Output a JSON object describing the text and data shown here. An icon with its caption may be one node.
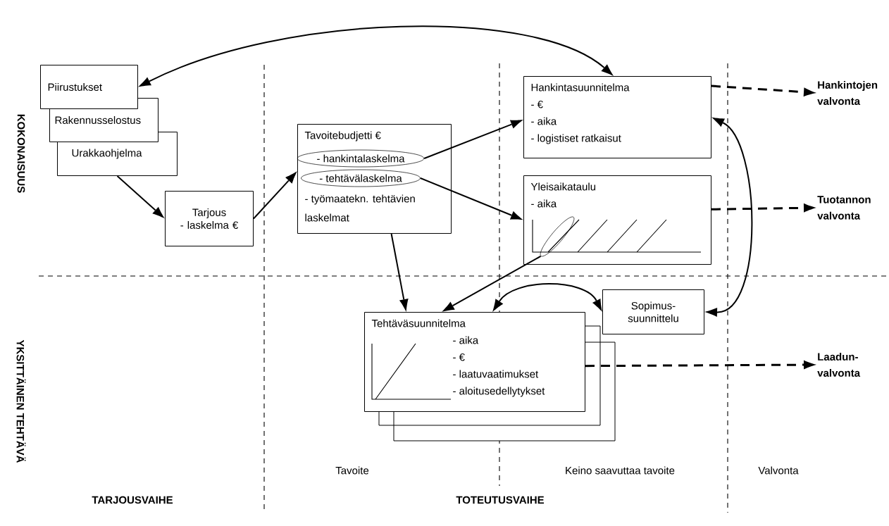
{
  "diagram": {
    "nodes": [
      {
        "text": [
          "Piirustukset"
        ]
      },
      {
        "text": [
          "Rakennusselostus"
        ]
      },
      {
        "text": [
          "Urakkaohjelma"
        ]
      },
      {
        "text": [
          "Tarjous",
          "- laskelma €"
        ]
      },
      {
        "text": [
          "Tavoitebudjetti €",
          "- työmaatekn. tehtävien laskelmat"
        ]
      },
      {
        "text": [
          "- hankintalaskelma"
        ],
        "in": 4
      },
      {
        "text": [
          "- tehtävälaskelma"
        ],
        "in": 4
      },
      {
        "text": [
          "Hankintasuunnitelma",
          "- €",
          "- aika",
          "- logistiset ratkaisut"
        ]
      },
      {
        "text": [
          "Yleisaikataulu",
          "- aika"
        ]
      },
      {
        "text": [],
        "shape": "ellipse",
        "in": 8
      },
      {
        "text": [
          "Sopimus- suunnittelu"
        ]
      },
      {
        "text": [
          "Tehtäväsuunnitelma",
          "- aika",
          "- €",
          "- laatuvaatimukset",
          "- aloitusedellytykset"
        ]
      },
      {
        "text": [
          "Hankintojen valvonta"
        ]
      },
      {
        "text": [
          "Tuotannon valvonta"
        ]
      },
      {
        "text": [
          "Laadun- valvonta"
        ]
      }
    ],
    "edges": [
      {
        "from": 0,
        "to": 7,
        "arrow": "both"
      },
      {
        "from": 2,
        "to": 3,
        "arrow": "to"
      },
      {
        "from": 3,
        "to": 4,
        "arrow": "to"
      },
      {
        "from": 5,
        "to": 7,
        "arrow": "to"
      },
      {
        "from": 6,
        "to": 8,
        "arrow": "to"
      },
      {
        "from": 4,
        "to": 11,
        "arrow": "to"
      },
      {
        "from": 9,
        "to": 11,
        "arrow": "to"
      },
      {
        "from": 11,
        "to": 10,
        "arrow": "both"
      },
      {
        "from": 7,
        "to": 10,
        "arrow": "both"
      },
      {
        "from": 7,
        "to": 12,
        "arrow": "to",
        "style": "dashed"
      },
      {
        "from": 8,
        "to": 13,
        "arrow": "to",
        "style": "dashed"
      },
      {
        "from": 11,
        "to": 14,
        "arrow": "to",
        "style": "dashed"
      }
    ],
    "labels": [
      "KOKONAISUUS",
      "YKSITTÄINEN TEHTÄVÄ",
      "Tavoite",
      "Keino saavuttaa tavoite",
      "Valvonta",
      "TARJOUSVAIHE",
      "TOTEUTUSVAIHE"
    ]
  }
}
